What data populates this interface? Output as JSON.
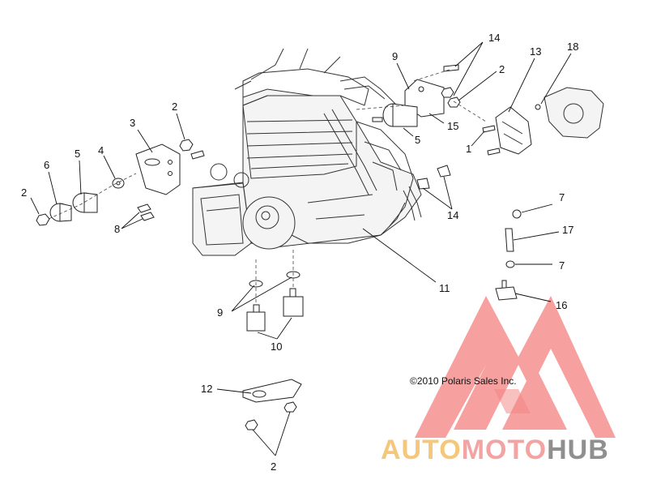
{
  "copyright": "©2010  Polaris Sales Inc.",
  "watermark": {
    "part1": "AUTO",
    "part2": "MOTO",
    "part3": "HUB",
    "color_auto": "#f5c77a",
    "color_moto": "#f4a3a3",
    "color_hub": "#8f8f8f",
    "color_logo": "#f26b6b"
  },
  "callouts": {
    "c14a": "14",
    "c9a": "9",
    "c2a": "2",
    "c13": "13",
    "c18": "18",
    "c2b": "2",
    "c3": "3",
    "c5a": "5",
    "c4": "4",
    "c6": "6",
    "c2c": "2",
    "c8": "8",
    "c15": "15",
    "c5b": "5",
    "c1": "1",
    "c14b": "14",
    "c7a": "7",
    "c17": "17",
    "c7b": "7",
    "c16": "16",
    "c11": "11",
    "c9b": "9",
    "c10": "10",
    "c12": "12",
    "c2d": "2"
  }
}
